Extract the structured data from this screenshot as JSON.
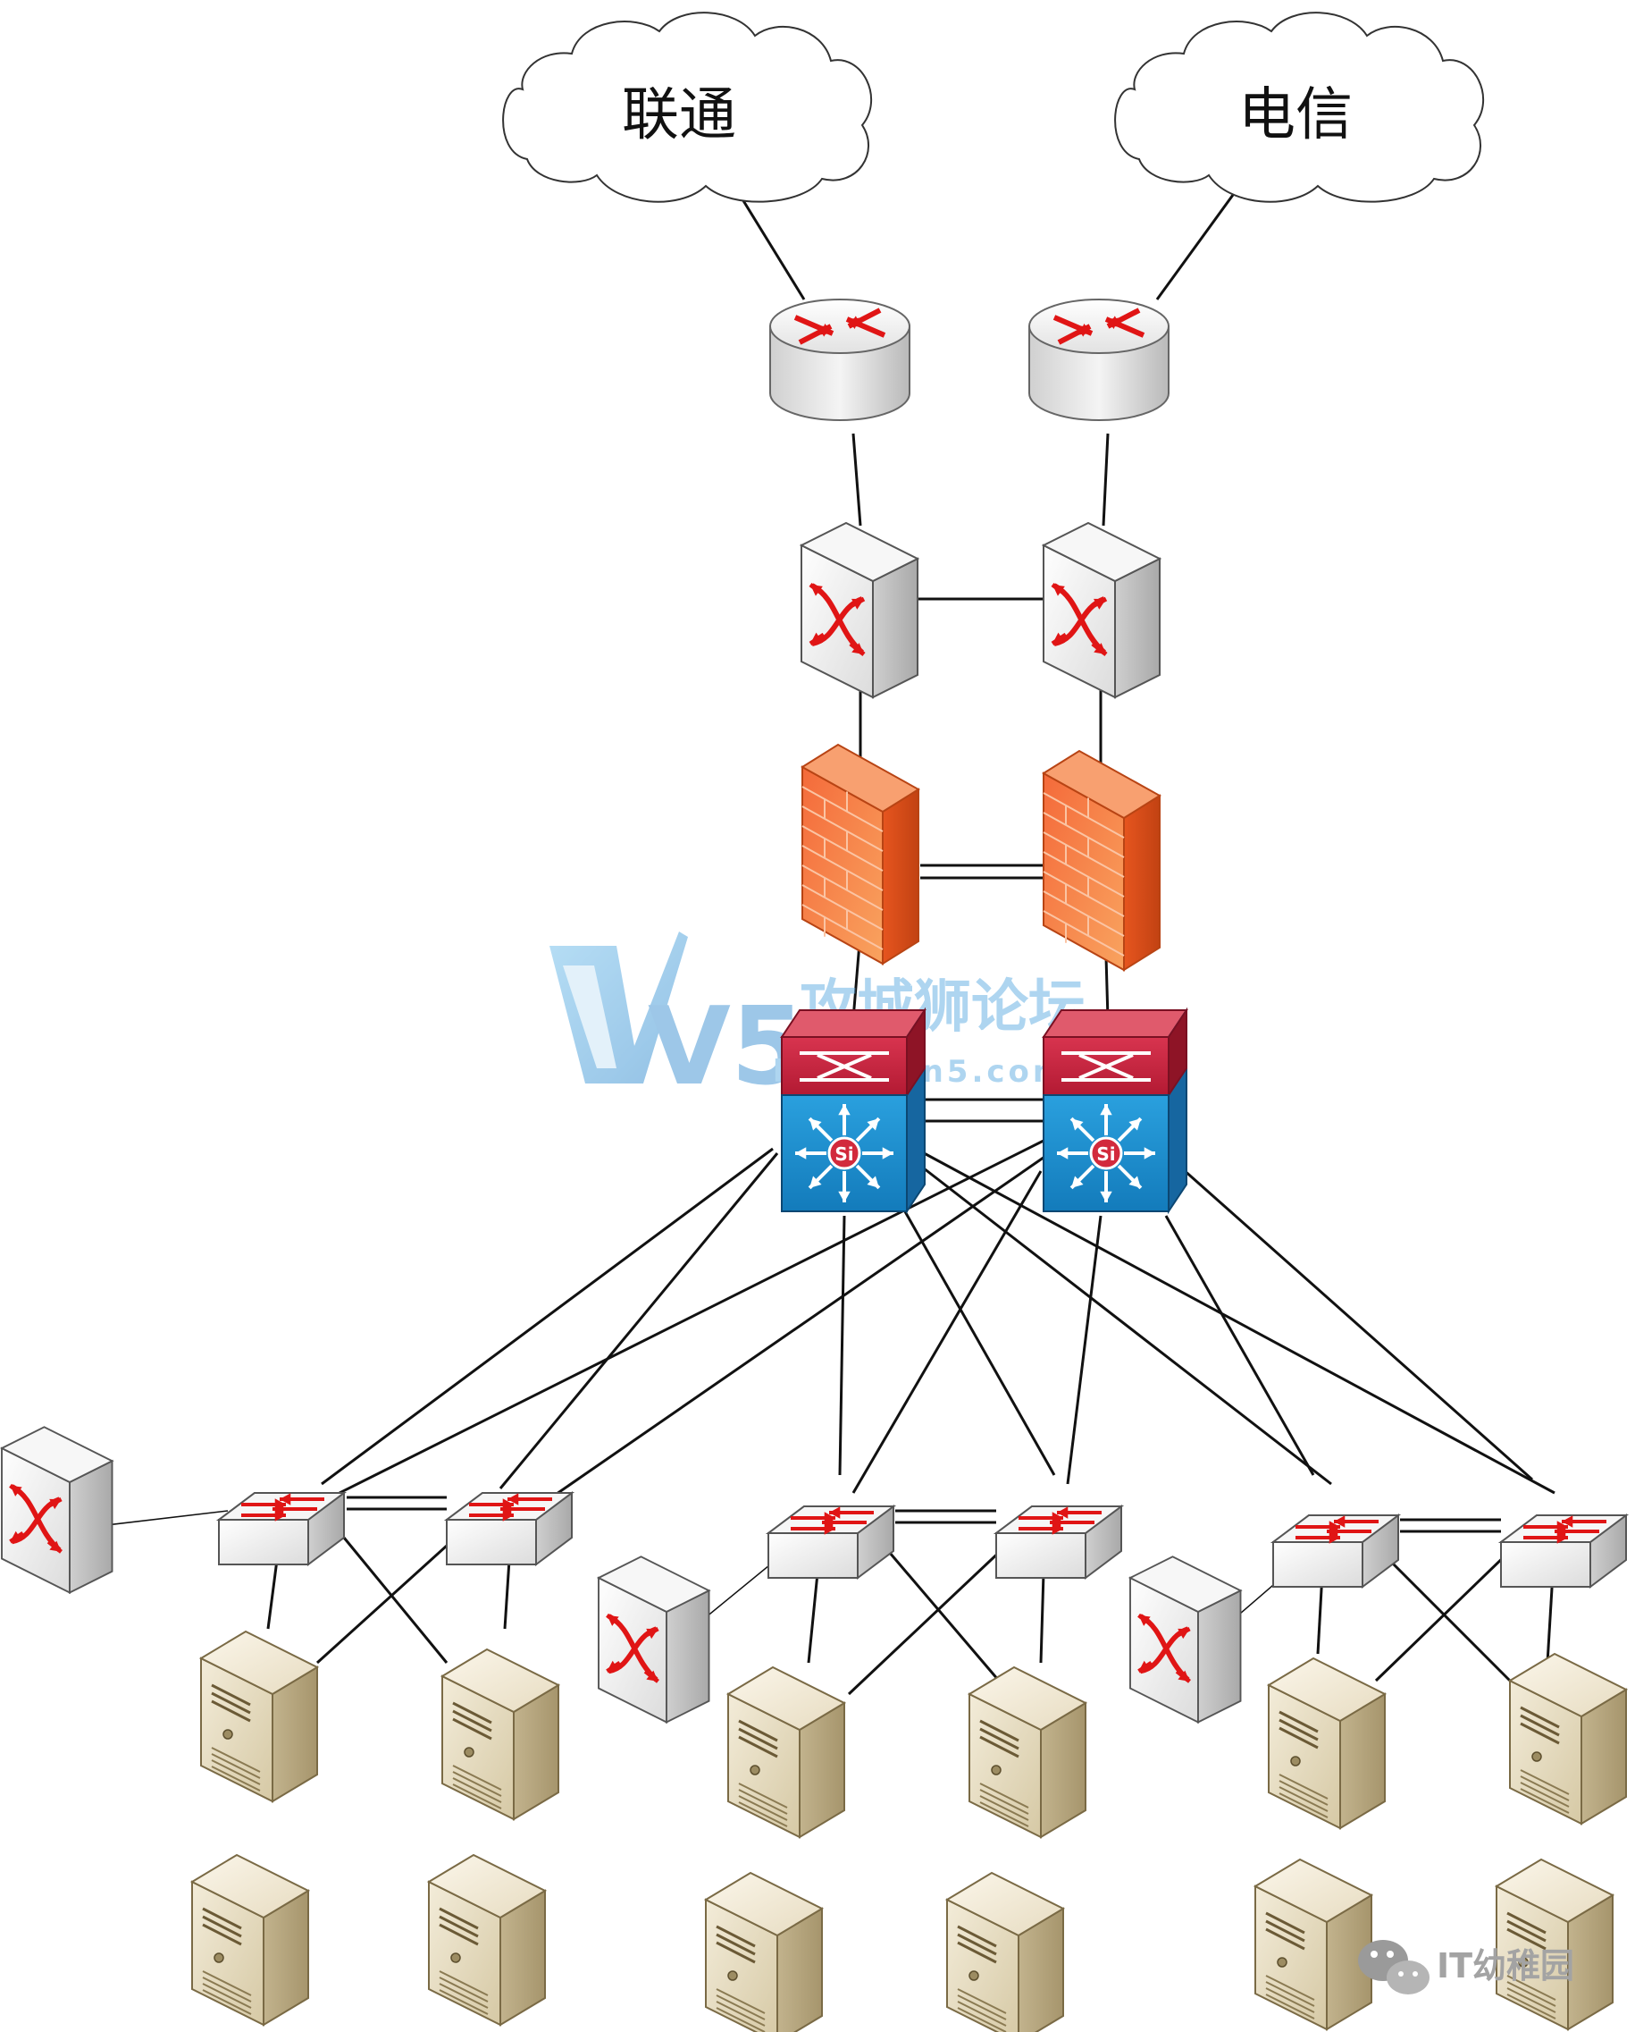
{
  "clouds": [
    {
      "id": "cloud-unicom",
      "label": "联通"
    },
    {
      "id": "cloud-telecom",
      "label": "电信"
    }
  ],
  "watermark": {
    "title": "攻城狮论坛",
    "url": "bbs.vlan5.com",
    "logo_text": "V5"
  },
  "badge": {
    "text": "IT幼稚园"
  },
  "colors": {
    "router_red": "#e01515",
    "firewall": "#f07a3c",
    "core_top": "#c8203a",
    "core_bottom": "#1a8fd0",
    "server": "#d9cdb0"
  }
}
